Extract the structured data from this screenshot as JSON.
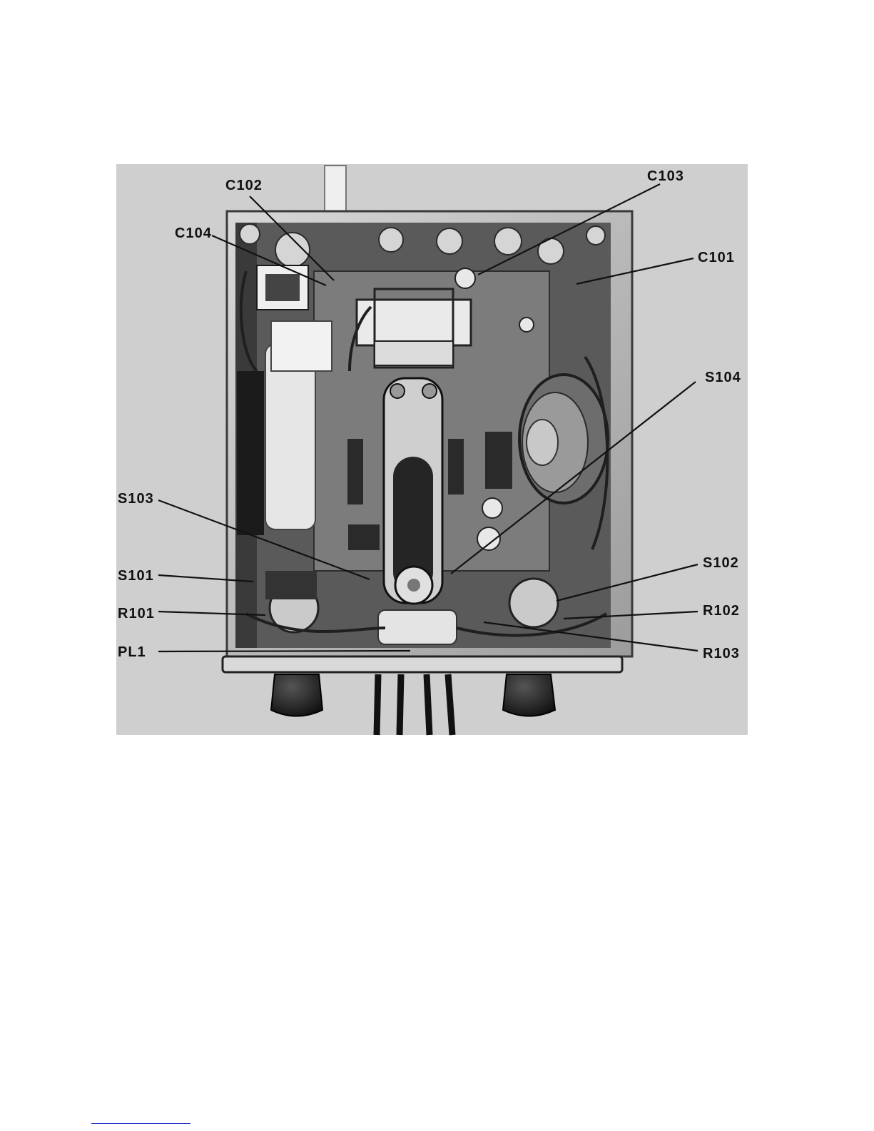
{
  "figure": {
    "type": "annotated-photo",
    "subject": "chassis-interior",
    "callouts": [
      {
        "id": "c102",
        "label": "C102"
      },
      {
        "id": "c103",
        "label": "C103"
      },
      {
        "id": "c104",
        "label": "C104"
      },
      {
        "id": "c101",
        "label": "C101"
      },
      {
        "id": "s104",
        "label": "S104"
      },
      {
        "id": "s103",
        "label": "S103"
      },
      {
        "id": "s101",
        "label": "S101"
      },
      {
        "id": "r101",
        "label": "R101"
      },
      {
        "id": "pl1",
        "label": "PL1"
      },
      {
        "id": "s102",
        "label": "S102"
      },
      {
        "id": "r102",
        "label": "R102"
      },
      {
        "id": "r103",
        "label": "R103"
      }
    ]
  },
  "colors": {
    "photo_background": "#c9c9c9",
    "chassis": "#8a8a8a",
    "board": "#6a6a6a",
    "ink": "#111111",
    "footnote_rule": "#2a36c8"
  }
}
